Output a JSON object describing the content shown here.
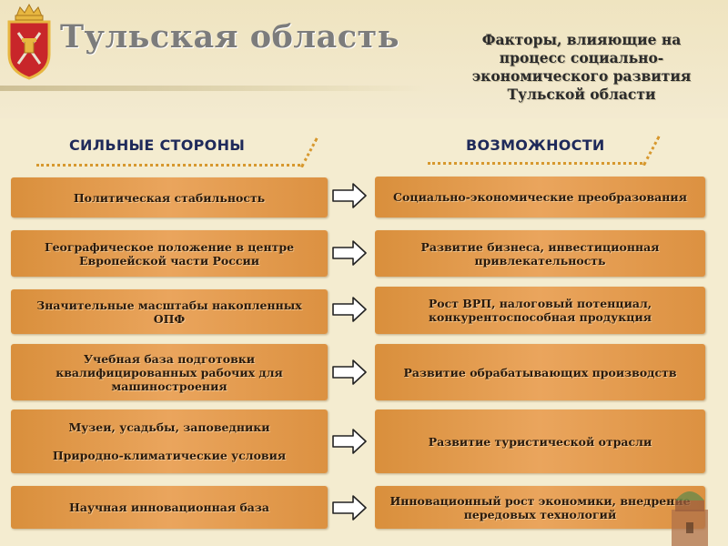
{
  "header": {
    "region_title": "Тульская  область",
    "slide_title": "Факторы, влияющие на процесс социально-экономического развития Тульской области",
    "slide_title_lines": [
      "Факторы, влияющие на",
      "процесс социально-",
      "экономического развития",
      "Тульской области"
    ]
  },
  "columns": {
    "left_title": "СИЛЬНЫЕ СТОРОНЫ",
    "right_title": "ВОЗМОЖНОСТИ"
  },
  "strengths": [
    {
      "lines": [
        "Политическая стабильность"
      ]
    },
    {
      "lines": [
        "Географическое положение в центре",
        "Европейской части России"
      ]
    },
    {
      "lines": [
        "Значительные масштабы накопленных ОПФ"
      ]
    },
    {
      "lines": [
        "Учебная база подготовки",
        "квалифицированных рабочих для",
        "машиностроения"
      ]
    },
    {
      "lines": [
        "Музеи, усадьбы, заповедники",
        "Природно-климатические условия"
      ]
    },
    {
      "lines": [
        "Научная инновационная база"
      ]
    }
  ],
  "opportunities": [
    {
      "lines": [
        "Социально-экономические преобразования"
      ]
    },
    {
      "lines": [
        "Развитие бизнеса, инвестиционная",
        "привлекательность"
      ]
    },
    {
      "lines": [
        "Рост ВРП, налоговый потенциал,",
        "конкурентоспособная продукция"
      ]
    },
    {
      "lines": [
        "Развитие обрабатывающих производств"
      ]
    },
    {
      "lines": [
        "Развитие туристической отрасли"
      ]
    },
    {
      "lines": [
        "Инновационный рост экономики, внедрение",
        "передовых технологий"
      ]
    }
  ],
  "icons": {
    "emblem": "tula-coat-of-arms-icon",
    "arrow": "right-arrow-icon",
    "decoration": "kremlin-tower-icon"
  },
  "colors": {
    "box": "#e39b4c",
    "heading": "#1f2a5a",
    "dots": "#d7982e",
    "emblem_red": "#c8262a",
    "emblem_gold": "#e7b640"
  }
}
